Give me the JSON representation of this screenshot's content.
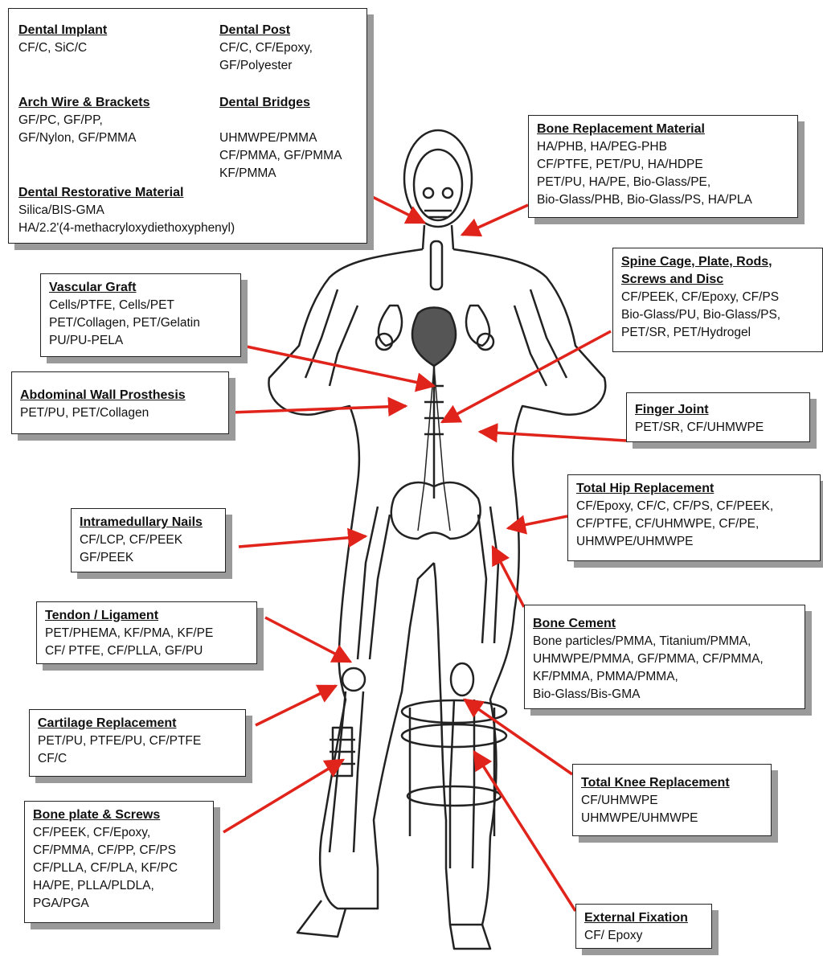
{
  "dental": {
    "implant": {
      "title": "Dental Implant",
      "lines": [
        "CF/C, SiC/C"
      ]
    },
    "post": {
      "title": "Dental Post",
      "lines": [
        "CF/C, CF/Epoxy,",
        "GF/Polyester"
      ]
    },
    "arch": {
      "title": "Arch Wire & Brackets",
      "lines": [
        "GF/PC, GF/PP,",
        "GF/Nylon, GF/PMMA"
      ]
    },
    "bridges": {
      "title": "Dental Bridges",
      "lines": [
        "UHMWPE/PMMA",
        "CF/PMMA, GF/PMMA",
        "KF/PMMA"
      ]
    },
    "restorative": {
      "title": "Dental Restorative Material",
      "lines": [
        "Silica/BIS-GMA",
        "HA/2.2'(4-methacryloxydiethoxyphenyl)"
      ]
    }
  },
  "boxes": {
    "bone_replacement": {
      "title": "Bone Replacement Material",
      "lines": [
        "HA/PHB, HA/PEG-PHB",
        "CF/PTFE, PET/PU, HA/HDPE",
        "PET/PU, HA/PE, Bio-Glass/PE,",
        "Bio-Glass/PHB, Bio-Glass/PS, HA/PLA"
      ]
    },
    "vascular": {
      "title": "Vascular Graft",
      "lines": [
        "Cells/PTFE, Cells/PET",
        "PET/Collagen, PET/Gelatin",
        "PU/PU-PELA"
      ]
    },
    "spine": {
      "title": "Spine Cage, Plate, Rods,",
      "title2": "Screws and Disc",
      "lines": [
        "CF/PEEK, CF/Epoxy, CF/PS",
        "Bio-Glass/PU, Bio-Glass/PS,",
        "PET/SR, PET/Hydrogel"
      ]
    },
    "abdominal": {
      "title": "Abdominal Wall Prosthesis",
      "lines": [
        "PET/PU, PET/Collagen"
      ]
    },
    "finger": {
      "title": "Finger Joint",
      "lines": [
        "PET/SR, CF/UHMWPE"
      ]
    },
    "hip": {
      "title": "Total Hip Replacement",
      "lines": [
        "CF/Epoxy, CF/C, CF/PS, CF/PEEK,",
        "CF/PTFE, CF/UHMWPE, CF/PE,",
        "UHMWPE/UHMWPE"
      ]
    },
    "nails": {
      "title": "Intramedullary Nails",
      "lines": [
        "CF/LCP, CF/PEEK",
        "GF/PEEK"
      ]
    },
    "tendon": {
      "title": "Tendon / Ligament",
      "lines": [
        "PET/PHEMA, KF/PMA, KF/PE",
        "CF/ PTFE, CF/PLLA, GF/PU"
      ]
    },
    "cement": {
      "title": "Bone Cement",
      "lines": [
        "Bone particles/PMMA, Titanium/PMMA,",
        "UHMWPE/PMMA, GF/PMMA, CF/PMMA,",
        "KF/PMMA, PMMA/PMMA,",
        "Bio-Glass/Bis-GMA"
      ]
    },
    "cartilage": {
      "title": "Cartilage Replacement",
      "lines": [
        "PET/PU, PTFE/PU, CF/PTFE",
        "CF/C"
      ]
    },
    "knee": {
      "title": "Total Knee Replacement",
      "lines": [
        "CF/UHMWPE",
        "UHMWPE/UHMWPE"
      ]
    },
    "plate": {
      "title": "Bone plate & Screws",
      "lines": [
        "CF/PEEK, CF/Epoxy,",
        "CF/PMMA, CF/PP, CF/PS",
        "CF/PLLA, CF/PLA, KF/PC",
        "HA/PE, PLLA/PLDLA,",
        "PGA/PGA"
      ]
    },
    "fixation": {
      "title": "External Fixation",
      "lines": [
        "CF/ Epoxy"
      ]
    }
  },
  "colors": {
    "arrow": "#e0241b",
    "shadow": "#9a9a9a",
    "outline": "#222222"
  }
}
